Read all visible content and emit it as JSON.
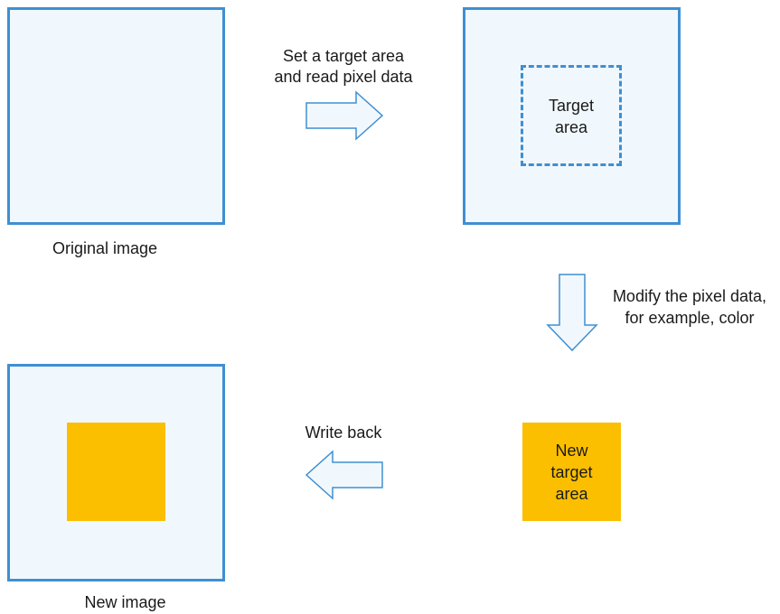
{
  "steps": {
    "original": {
      "caption": "Original image"
    },
    "read": {
      "arrow_text_line1": "Set a target area",
      "arrow_text_line2": "and read pixel data",
      "target_line1": "Target",
      "target_line2": "area"
    },
    "modify": {
      "arrow_text_line1": "Modify the pixel data,",
      "arrow_text_line2": "for example, color",
      "new_target_line1": "New",
      "new_target_line2": "target",
      "new_target_line3": "area"
    },
    "write": {
      "arrow_text": "Write back",
      "caption": "New image"
    }
  },
  "colors": {
    "border": "#3f8fd2",
    "box_fill": "#f1f8fd",
    "highlight": "#fbbf00"
  }
}
